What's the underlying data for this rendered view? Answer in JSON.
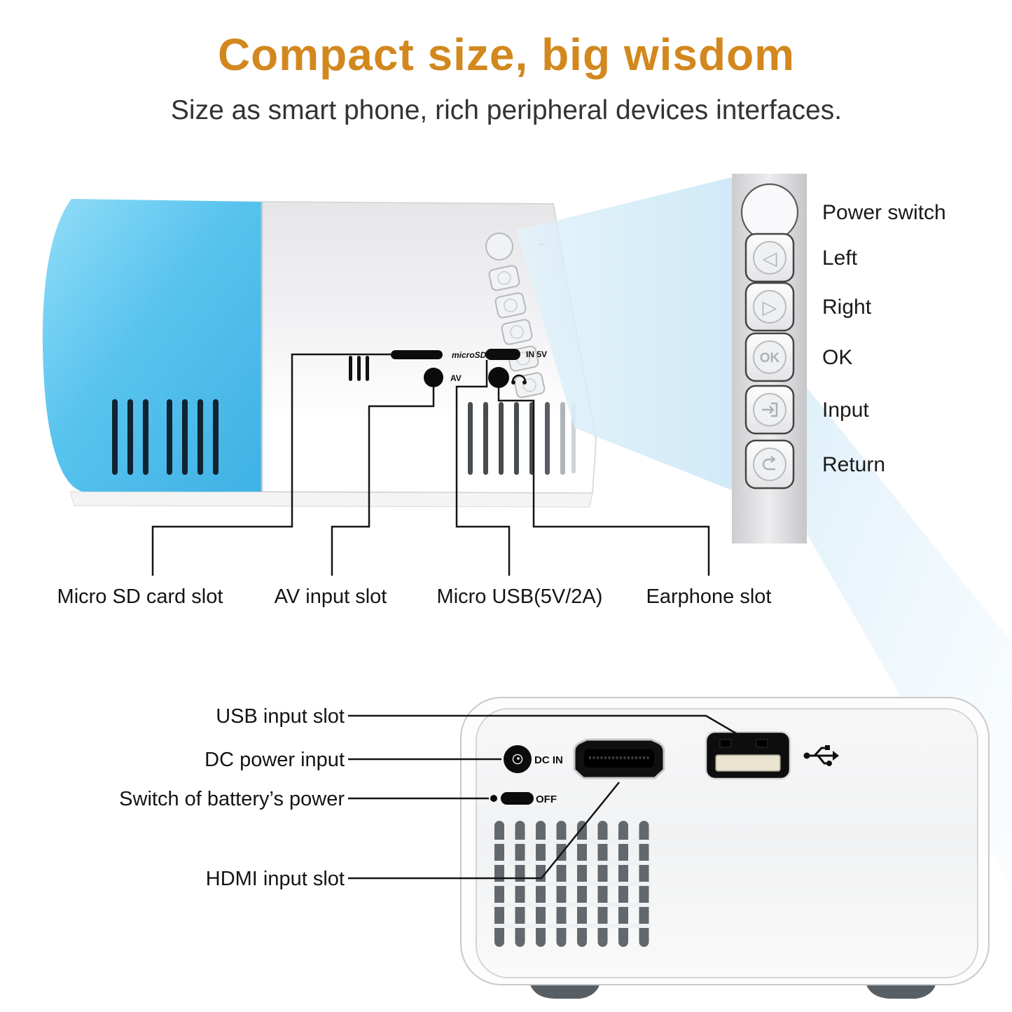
{
  "title": {
    "text": "Compact size, big wisdom",
    "color": "#d2881e"
  },
  "subtitle": {
    "text": "Size as smart phone, rich peripheral devices interfaces."
  },
  "top_view": {
    "callout_labels": {
      "micro_sd": "Micro SD card slot",
      "av": "AV input slot",
      "micro_usb": "Micro USB(5V/2A)",
      "earphone": "Earphone slot"
    },
    "device_marks": {
      "micro_sd": "microSD",
      "usb_in": "IN 5V",
      "av": "AV"
    }
  },
  "control_panel": {
    "labels": {
      "power": "Power switch",
      "left": "Left",
      "right": "Right",
      "ok": "OK",
      "input": "Input",
      "return": "Return"
    },
    "glyphs": {
      "left": "◁",
      "right": "▷",
      "ok": "OK"
    }
  },
  "rear_view": {
    "callout_labels": {
      "usb": "USB input slot",
      "dc": "DC power input",
      "battery_switch": "Switch of battery’s power",
      "hdmi": "HDMI input slot"
    },
    "device_marks": {
      "dc": "DC IN",
      "switch": "OFF"
    }
  },
  "colors": {
    "blue_panel": "#58c3ee",
    "beam_blue": "#cfe9f8",
    "title_gold": "#d2881e"
  }
}
